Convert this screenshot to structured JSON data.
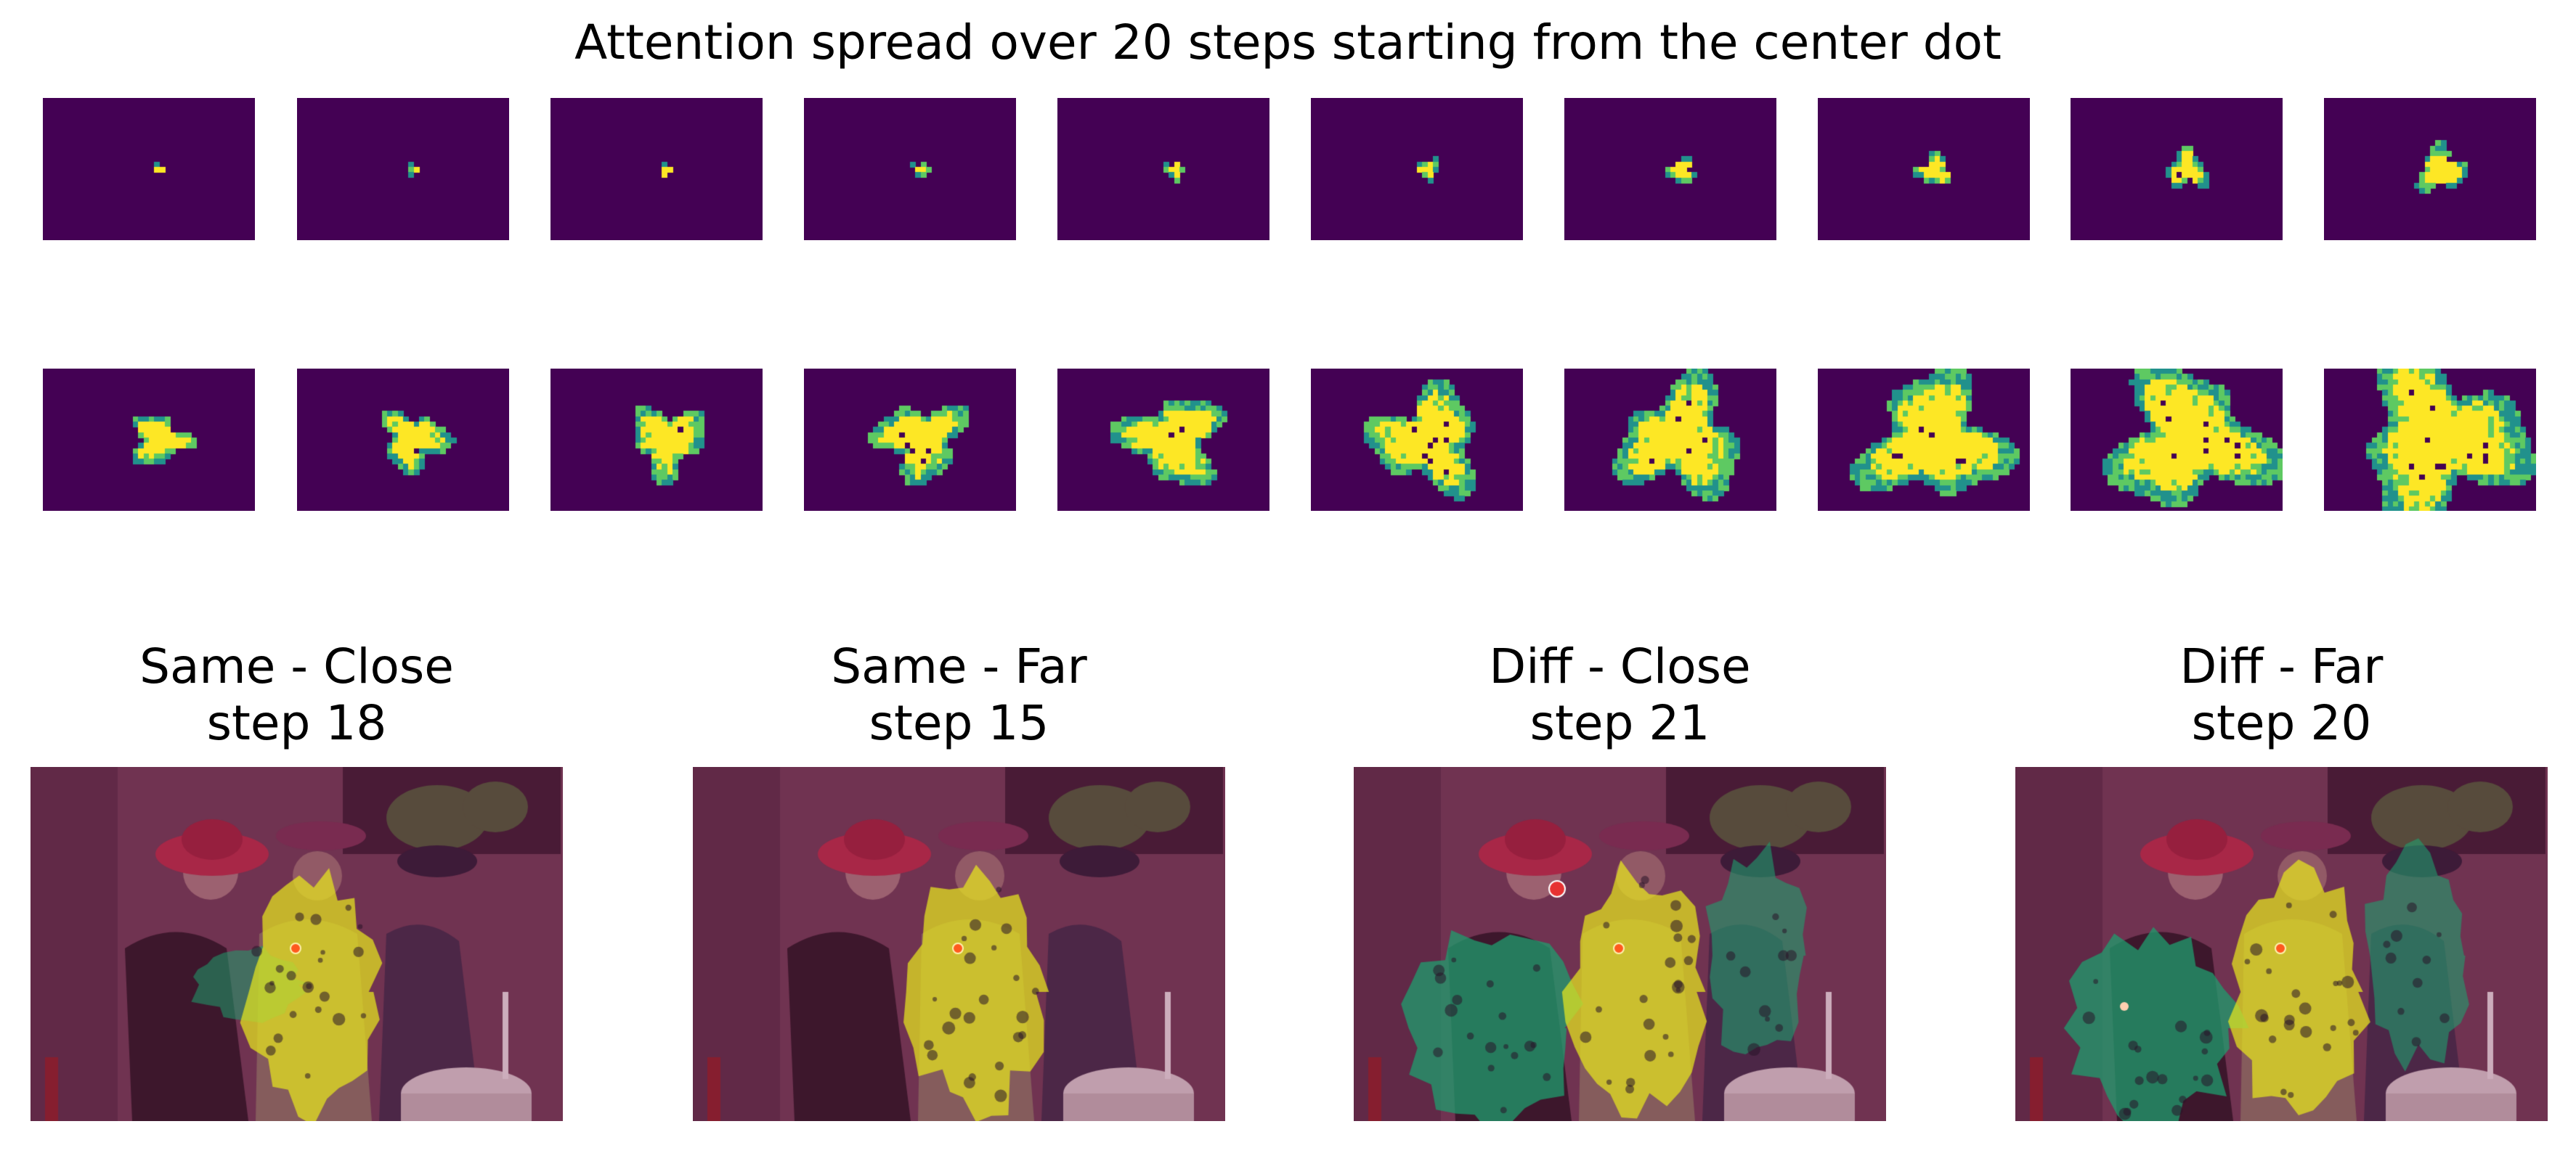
{
  "figure": {
    "title": "Attention spread over 20 steps starting from the center dot",
    "steps": [
      1,
      2,
      3,
      4,
      5,
      6,
      7,
      8,
      9,
      10,
      11,
      12,
      13,
      14,
      15,
      16,
      17,
      18,
      19,
      20
    ],
    "heatmap_colors": {
      "background": "#440154",
      "low": "#21918c",
      "mid": "#5ec962",
      "high": "#fde725"
    }
  },
  "cases": [
    {
      "title": "Same - Close",
      "subtitle": "step 18",
      "attended_regions": [
        "center-person"
      ]
    },
    {
      "title": "Same - Far",
      "subtitle": "step 15",
      "attended_regions": [
        "center-person"
      ]
    },
    {
      "title": "Diff - Close",
      "subtitle": "step 21",
      "attended_regions": [
        "left-person",
        "center-person",
        "right-person"
      ]
    },
    {
      "title": "Diff - Far",
      "subtitle": "step 20",
      "attended_regions": [
        "left-person",
        "center-person",
        "right-person"
      ]
    }
  ],
  "overlay_colors": {
    "tint": "#7a2a4a",
    "attention": "#e6e61e",
    "spread": "#1f9e6e",
    "dot": "#ff5a1e"
  }
}
